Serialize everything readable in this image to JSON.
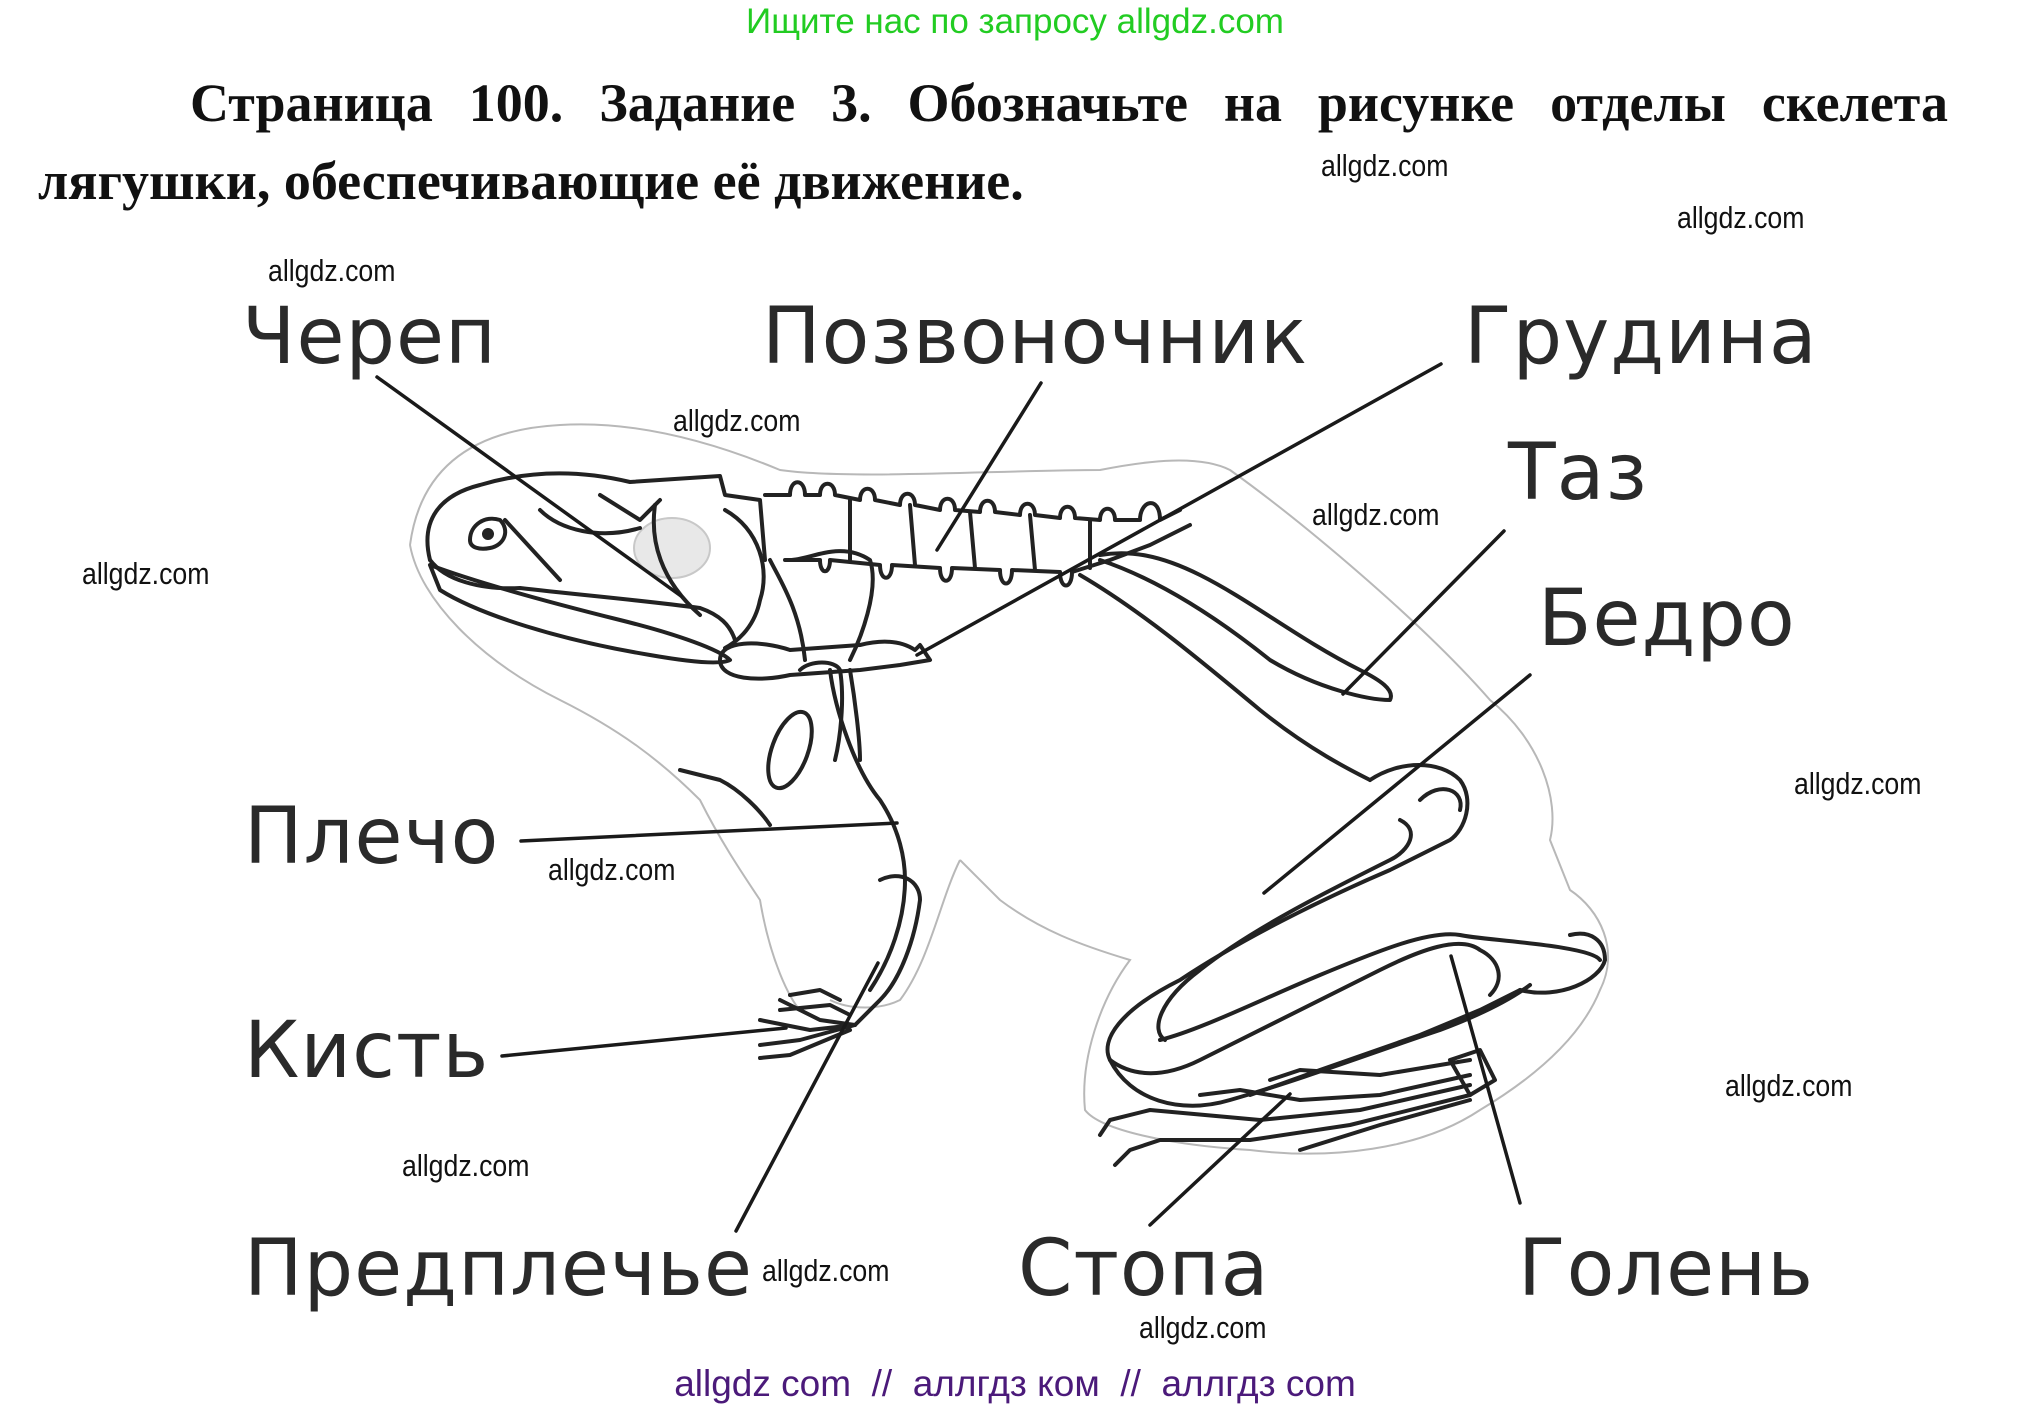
{
  "header": {
    "search_banner": "Ищите нас по запросу allgdz.com",
    "banner_color": "#22cc22"
  },
  "task": {
    "title_line_1": "Страница 100. Задание 3. Обозначьте на рисунке отделы скелета",
    "title_line_2": "лягушки, обеспечивающие её движение."
  },
  "figure": {
    "subject": "frog-skeleton",
    "labels": {
      "skull": "Череп",
      "spine": "Позвоночник",
      "sternum": "Грудина",
      "pelvis": "Таз",
      "thigh": "Бедро",
      "shoulder": "Плечо",
      "hand": "Кисть",
      "forearm": "Предплечье",
      "foot": "Стопа",
      "shin": "Голень"
    }
  },
  "watermarks": [
    "allgdz.com",
    "allgdz.com",
    "allgdz.com",
    "allgdz.com",
    "allgdz.com",
    "allgdz.com",
    "allgdz.com",
    "allgdz.com",
    "allgdz.com",
    "allgdz.com",
    "allgdz.com",
    "allgdz.com"
  ],
  "footer": {
    "links": "allgdz com  //  аллгдз ком  //  аллгдз com",
    "color": "#4b1a7a"
  }
}
